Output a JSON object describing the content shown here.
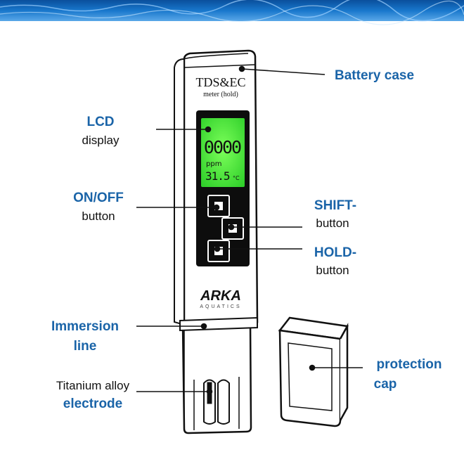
{
  "device": {
    "title": "TDS&EC",
    "subtitle": "meter (hold)",
    "brand": "ARKA",
    "brand_sub": "AQUATICS",
    "display": {
      "value": "0000",
      "unit": "ppm",
      "temperature": "31.5",
      "temp_unit": "°C"
    }
  },
  "labels": {
    "battery_case": "Battery case",
    "lcd": "LCD",
    "display": "display",
    "on_off": "ON/OFF",
    "on_off_button": "button",
    "shift": "SHIFT-",
    "shift_button": "button",
    "hold": "HOLD-",
    "hold_button": "button",
    "immersion": "Immersion",
    "immersion_line": "line",
    "titanium": "Titanium alloy",
    "electrode": "electrode",
    "protection": "protection",
    "cap": "cap"
  },
  "colors": {
    "label_blue": "#1a64a8",
    "lcd_green": "#3fe02f",
    "banner_blue": "#0b5fb0"
  }
}
